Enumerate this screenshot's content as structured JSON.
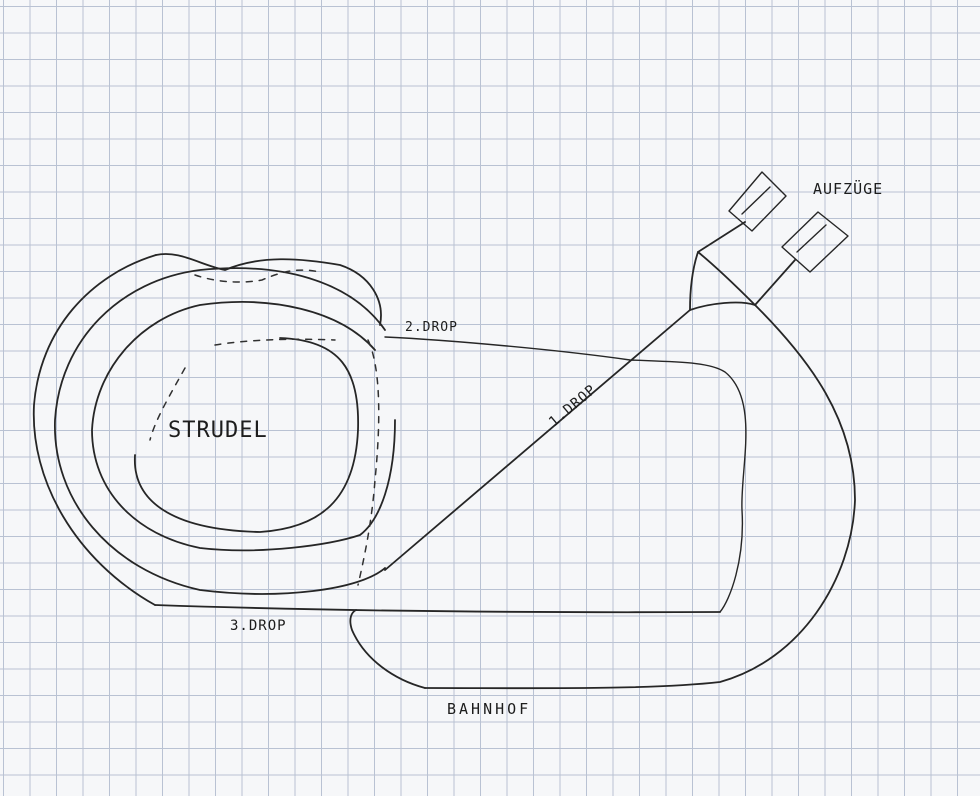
{
  "labels": {
    "strudel": "STRUDEL",
    "drop1": "1.DROP",
    "drop2": "2.DROP",
    "drop3": "3.DROP",
    "aufzuege": "AUFZÜGE",
    "bahnhof": "BAHNHOF"
  },
  "colors": {
    "paper": "#f6f7f9",
    "grid": "#b9c2d3",
    "ink": "#262626"
  }
}
